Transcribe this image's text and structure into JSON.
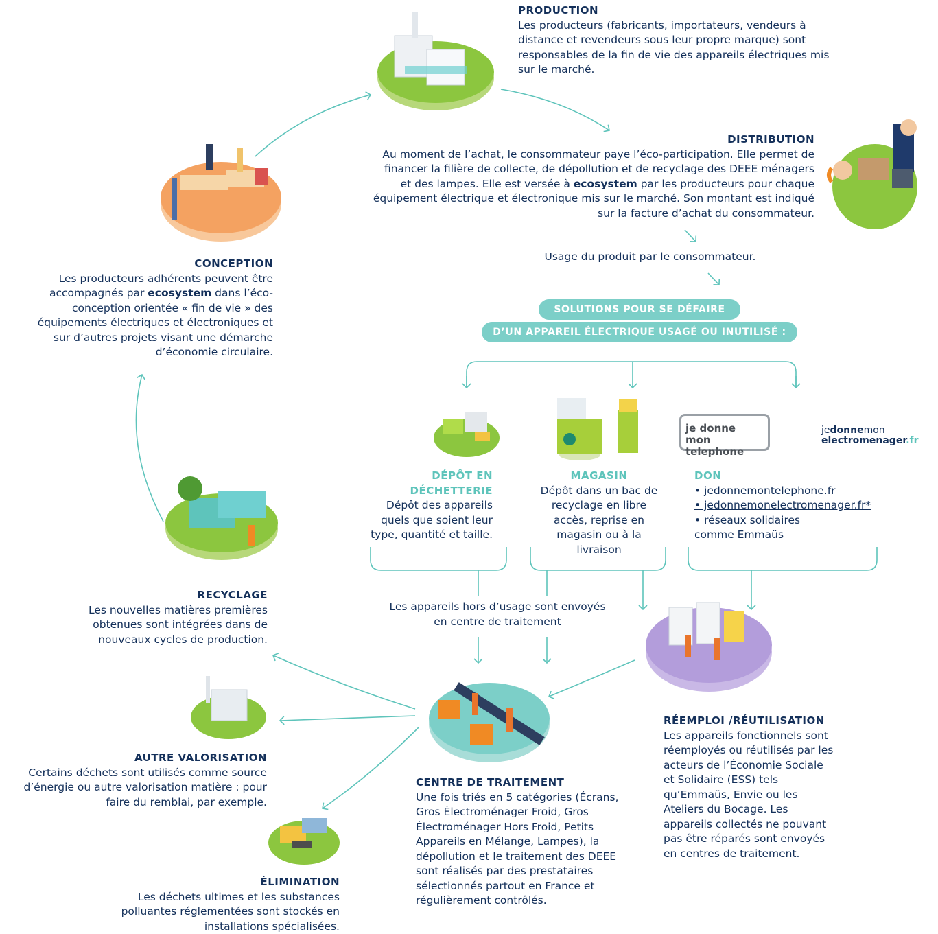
{
  "production": {
    "title": "PRODUCTION",
    "text": "Les producteurs (fabricants, importateurs, vendeurs à distance et revendeurs sous leur propre marque) sont responsables de la fin de vie des appareils électriques mis sur le marché."
  },
  "distribution": {
    "title": "DISTRIBUTION",
    "text_1": "Au moment de l’achat, le consommateur paye l’éco-participation. Elle permet de financer la filière de collecte, de dépollution et de recyclage des DEEE ménagers et des lampes. Elle est versée à ",
    "brand": "ecosystem",
    "text_2": " par les producteurs pour chaque équipement électrique et électronique mis sur le marché. Son montant est indiqué sur la facture d’achat du consommateur."
  },
  "usage": "Usage du produit par le consommateur.",
  "solutions": {
    "line1": "SOLUTIONS POUR SE DÉFAIRE",
    "line2": "D’UN APPAREIL ÉLECTRIQUE USAGÉ OU INUTILISÉ :"
  },
  "conception": {
    "title": "CONCEPTION",
    "text_1": "Les producteurs adhérents peuvent être accompagnés par ",
    "brand": "ecosystem",
    "text_2": " dans l’éco-conception orientée « fin de vie » des équipements électriques et électroniques et sur d’autres projets visant une démarche d’économie circulaire."
  },
  "depot": {
    "title": "DÉPÔT EN DÉCHETTERIE",
    "text": "Dépôt des appareils quels que soient leur type, quantité et taille."
  },
  "magasin": {
    "title": "MAGASIN",
    "text": "Dépôt dans un bac de recyclage en libre accès, reprise en magasin ou à la livraison"
  },
  "don": {
    "title": "DON",
    "items": [
      "• jedonnemontelephone.fr",
      "• jedonnemonelectromenager.fr*",
      "• réseaux solidaires comme Emmaüs"
    ]
  },
  "logos": {
    "phone_line1": "je donne",
    "phone_line2": "mon telephone",
    "elec_1": "je",
    "elec_2": "donne",
    "elec_3": "mon",
    "elec_4": "electromenager",
    ".fr": ".fr"
  },
  "recyclage": {
    "title": "RECYCLAGE",
    "text": "Les nouvelles matières premières obtenues sont intégrées dans de nouveaux cycles de production."
  },
  "hors_usage": "Les appareils hors d’usage sont envoyés en centre de traitement",
  "reemploi": {
    "title": "RÉEMPLOI /RÉUTILISATION",
    "text": "Les appareils fonctionnels sont réemployés ou réutilisés par les acteurs de l’Économie Sociale et Solidaire (ESS) tels qu’Emmaüs, Envie ou les Ateliers du Bocage. Les appareils collectés ne pouvant pas être réparés sont envoyés en centres de traitement."
  },
  "autre": {
    "title": "AUTRE VALORISATION",
    "text": "Certains déchets sont utilisés comme source d’énergie ou autre valorisation matière : pour faire du remblai, par exemple."
  },
  "centre": {
    "title": "CENTRE DE TRAITEMENT",
    "text": "Une fois triés en 5 catégories (Écrans, Gros Électroménager Froid, Gros Électroménager Hors Froid, Petits Appareils en Mélange, Lampes), la dépollution et le traitement des DEEE sont réalisés par des prestataires sélectionnés partout en France et régulièrement contrôlés."
  },
  "elimination": {
    "title": "ÉLIMINATION",
    "text": "Les déchets ultimes et les substances polluantes réglementées sont stockés en installations spécialisées."
  },
  "colors": {
    "teal": "#5ec4bb",
    "navy": "#14305a",
    "pill": "#7ccfc8",
    "green": "#8cc63f",
    "orange": "#f4a261",
    "purple": "#b39ddb"
  },
  "icons": [
    "factory-icon",
    "office-icon",
    "shop-counter-icon",
    "truck-icon",
    "recycling-bin-icon",
    "container-icon",
    "treatment-plant-icon",
    "sorting-line-icon",
    "repair-workshop-icon",
    "bulldozer-icon"
  ]
}
